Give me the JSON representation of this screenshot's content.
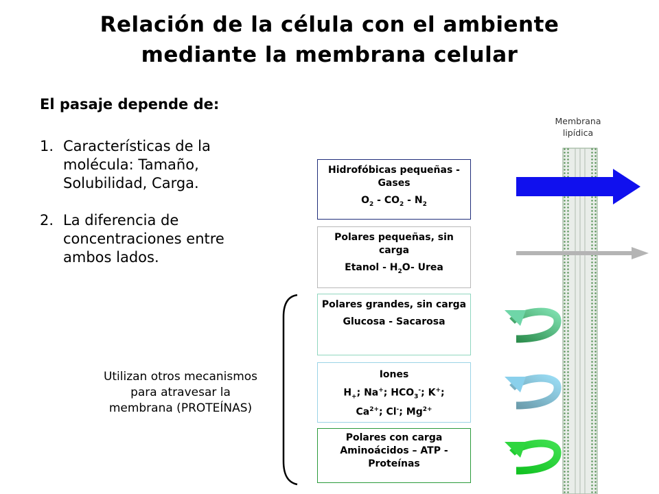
{
  "title": {
    "line1": "Relación de la célula con el ambiente",
    "line2": "mediante la membrana celular"
  },
  "subheading": "El pasaje depende de:",
  "list": [
    {
      "num": "1.",
      "text": "Características de la molécula: Tamaño, Solubilidad, Carga."
    },
    {
      "num": "2.",
      "text": "La diferencia de concentraciones entre ambos lados."
    }
  ],
  "membrane_label": {
    "line1": "Membrana",
    "line2": "lipídica"
  },
  "boxes": {
    "hydrophobic": {
      "title": "Hidrofóbicas pequeñas - Gases"
    },
    "polar_small": {
      "title": "Polares pequeñas, sin carga"
    },
    "polar_large": {
      "title": "Polares grandes, sin carga",
      "examples": "Glucosa - Sacarosa"
    },
    "ions": {
      "title": "Iones"
    },
    "charged": {
      "title": "Polares con carga",
      "examples": "Aminoácidos – ATP - Proteínas"
    }
  },
  "note": {
    "line1": "Utilizan otros mecanismos",
    "line2": "para atravesar la",
    "line3": "membrana (PROTEÍNAS)"
  },
  "colors": {
    "blue_arrow": "#1010ee",
    "gray_arrow": "#b4b4b4",
    "green_curve": "#2fa86a",
    "lightblue_curve": "#6ab4d4",
    "brightgreen_curve": "#1fcf2f",
    "membrane_dot": "#4c8c4c"
  }
}
